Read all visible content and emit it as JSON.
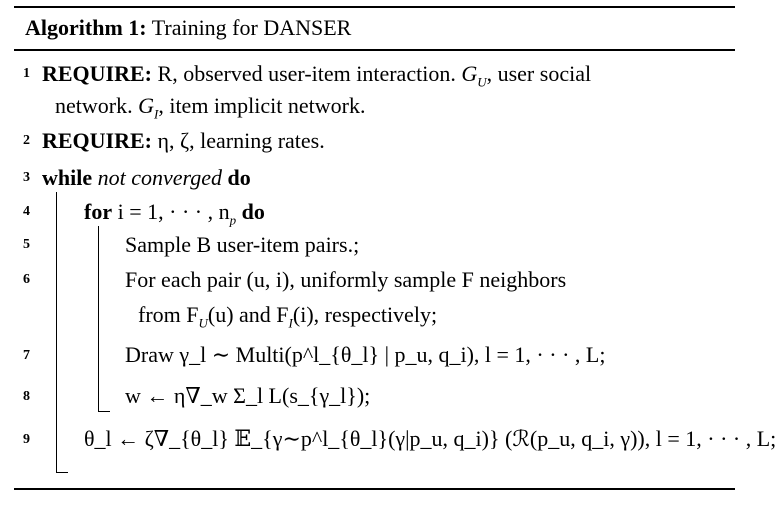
{
  "algorithm": {
    "label": "Algorithm 1:",
    "title": "Training for DANSER"
  },
  "line_numbers": [
    "1",
    "2",
    "3",
    "4",
    "5",
    "6",
    "7",
    "8",
    "9"
  ],
  "lines": {
    "l1_kw": "REQUIRE:",
    "l1_a": " R, observed user-item interaction. ",
    "l1_gu": "G",
    "l1_gu_sub": "U",
    "l1_b": ", user social",
    "l1_c": "network. ",
    "l1_gi": "G",
    "l1_gi_sub": "I",
    "l1_d": ", item implicit network.",
    "l2_kw": "REQUIRE:",
    "l2_a": " η, ζ, learning rates.",
    "l3_kw": "while",
    "l3_a": " not converged ",
    "l3_kw2": "do",
    "l4_kw": "for",
    "l4_a": " i = 1, · · · , n",
    "l4_sub": "p",
    "l4_kw2": " do",
    "l5": "Sample B user-item pairs.;",
    "l6_a": "For each pair (u, i), uniformly sample F neighbors",
    "l6_b1": "from F",
    "l6_b1_sub": "U",
    "l6_b2": "(u) and F",
    "l6_b2_sub": "I",
    "l6_b3": "(i), respectively;",
    "l7": "Draw γ_l ∼ Multi(p^l_{θ_l} | p_u, q_i), l = 1, · · · , L;",
    "l8": "w ← η∇_w Σ_l L(s_{γ_l});",
    "l9": "θ_l ← ζ∇_{θ_l} 𝔼_{γ∼p^l_{θ_l}(γ|p_u, q_i)} (ℛ(p_u, q_i, γ)), l = 1, · · · , L;"
  }
}
